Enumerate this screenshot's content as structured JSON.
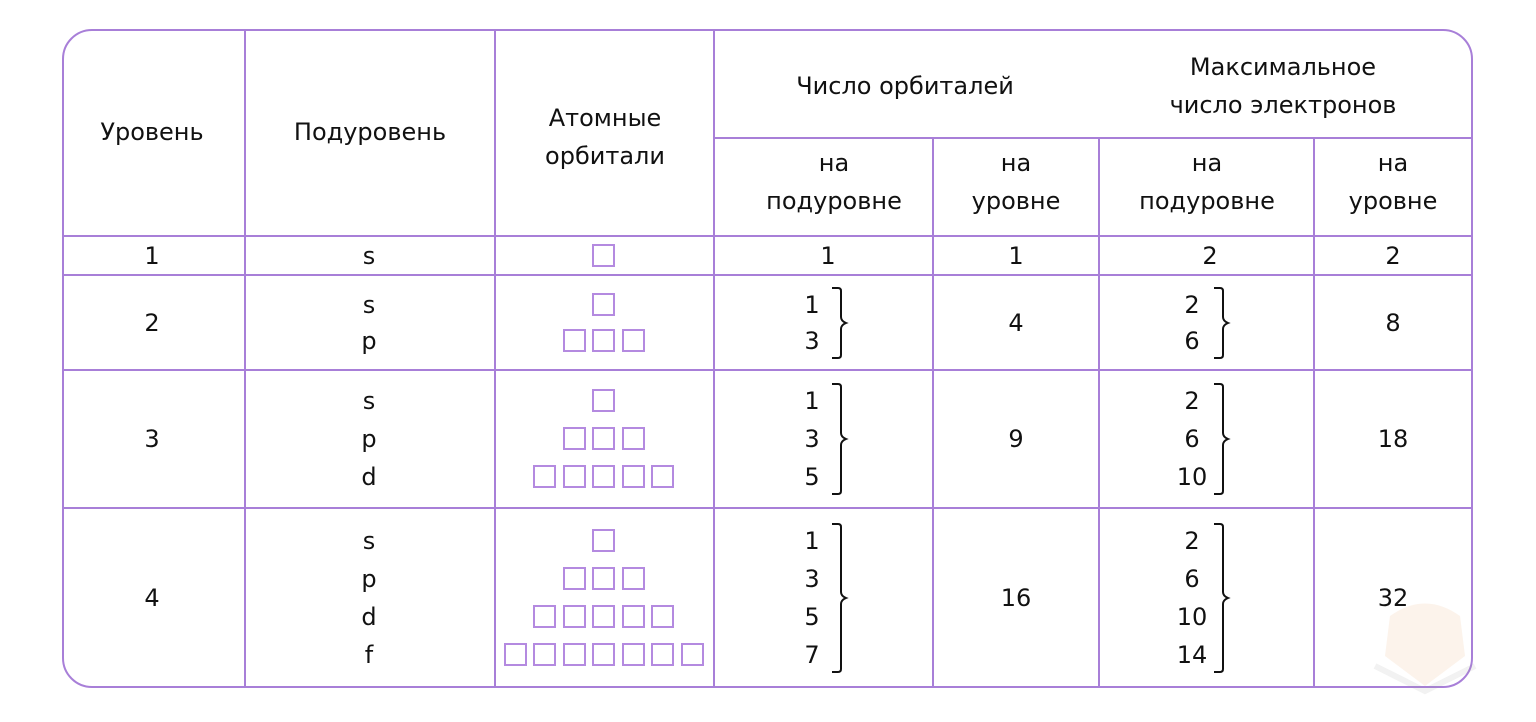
{
  "header": {
    "level": "Уровень",
    "sublevel": "Подуровень",
    "orbitals": "Атомные\nорбитали",
    "orbital_count": "Число орбиталей",
    "max_electrons": "Максимальное\nчисло электронов",
    "on_sublevel_1": "на\nподуровне",
    "on_level_1": "на\nуровне",
    "on_sublevel_2": "на\nподуровне",
    "on_level_2": "на\nуровне"
  },
  "rows": [
    {
      "level": "1",
      "sublevels": [
        "s"
      ],
      "boxes": [
        1
      ],
      "orb_sub": [
        "1"
      ],
      "orb_level": "1",
      "el_sub": [
        "2"
      ],
      "el_level": "2"
    },
    {
      "level": "2",
      "sublevels": [
        "s",
        "p"
      ],
      "boxes": [
        1,
        3
      ],
      "orb_sub": [
        "1",
        "3"
      ],
      "orb_level": "4",
      "el_sub": [
        "2",
        "6"
      ],
      "el_level": "8"
    },
    {
      "level": "3",
      "sublevels": [
        "s",
        "p",
        "d"
      ],
      "boxes": [
        1,
        3,
        5
      ],
      "orb_sub": [
        "1",
        "3",
        "5"
      ],
      "orb_level": "9",
      "el_sub": [
        "2",
        "6",
        "10"
      ],
      "el_level": "18"
    },
    {
      "level": "4",
      "sublevels": [
        "s",
        "p",
        "d",
        "f"
      ],
      "boxes": [
        1,
        3,
        5,
        7
      ],
      "orb_sub": [
        "1",
        "3",
        "5",
        "7"
      ],
      "orb_level": "16",
      "el_sub": [
        "2",
        "6",
        "10",
        "14"
      ],
      "el_level": "32"
    }
  ],
  "colors": {
    "border": "#a87fd8",
    "box": "#b48ae0"
  }
}
